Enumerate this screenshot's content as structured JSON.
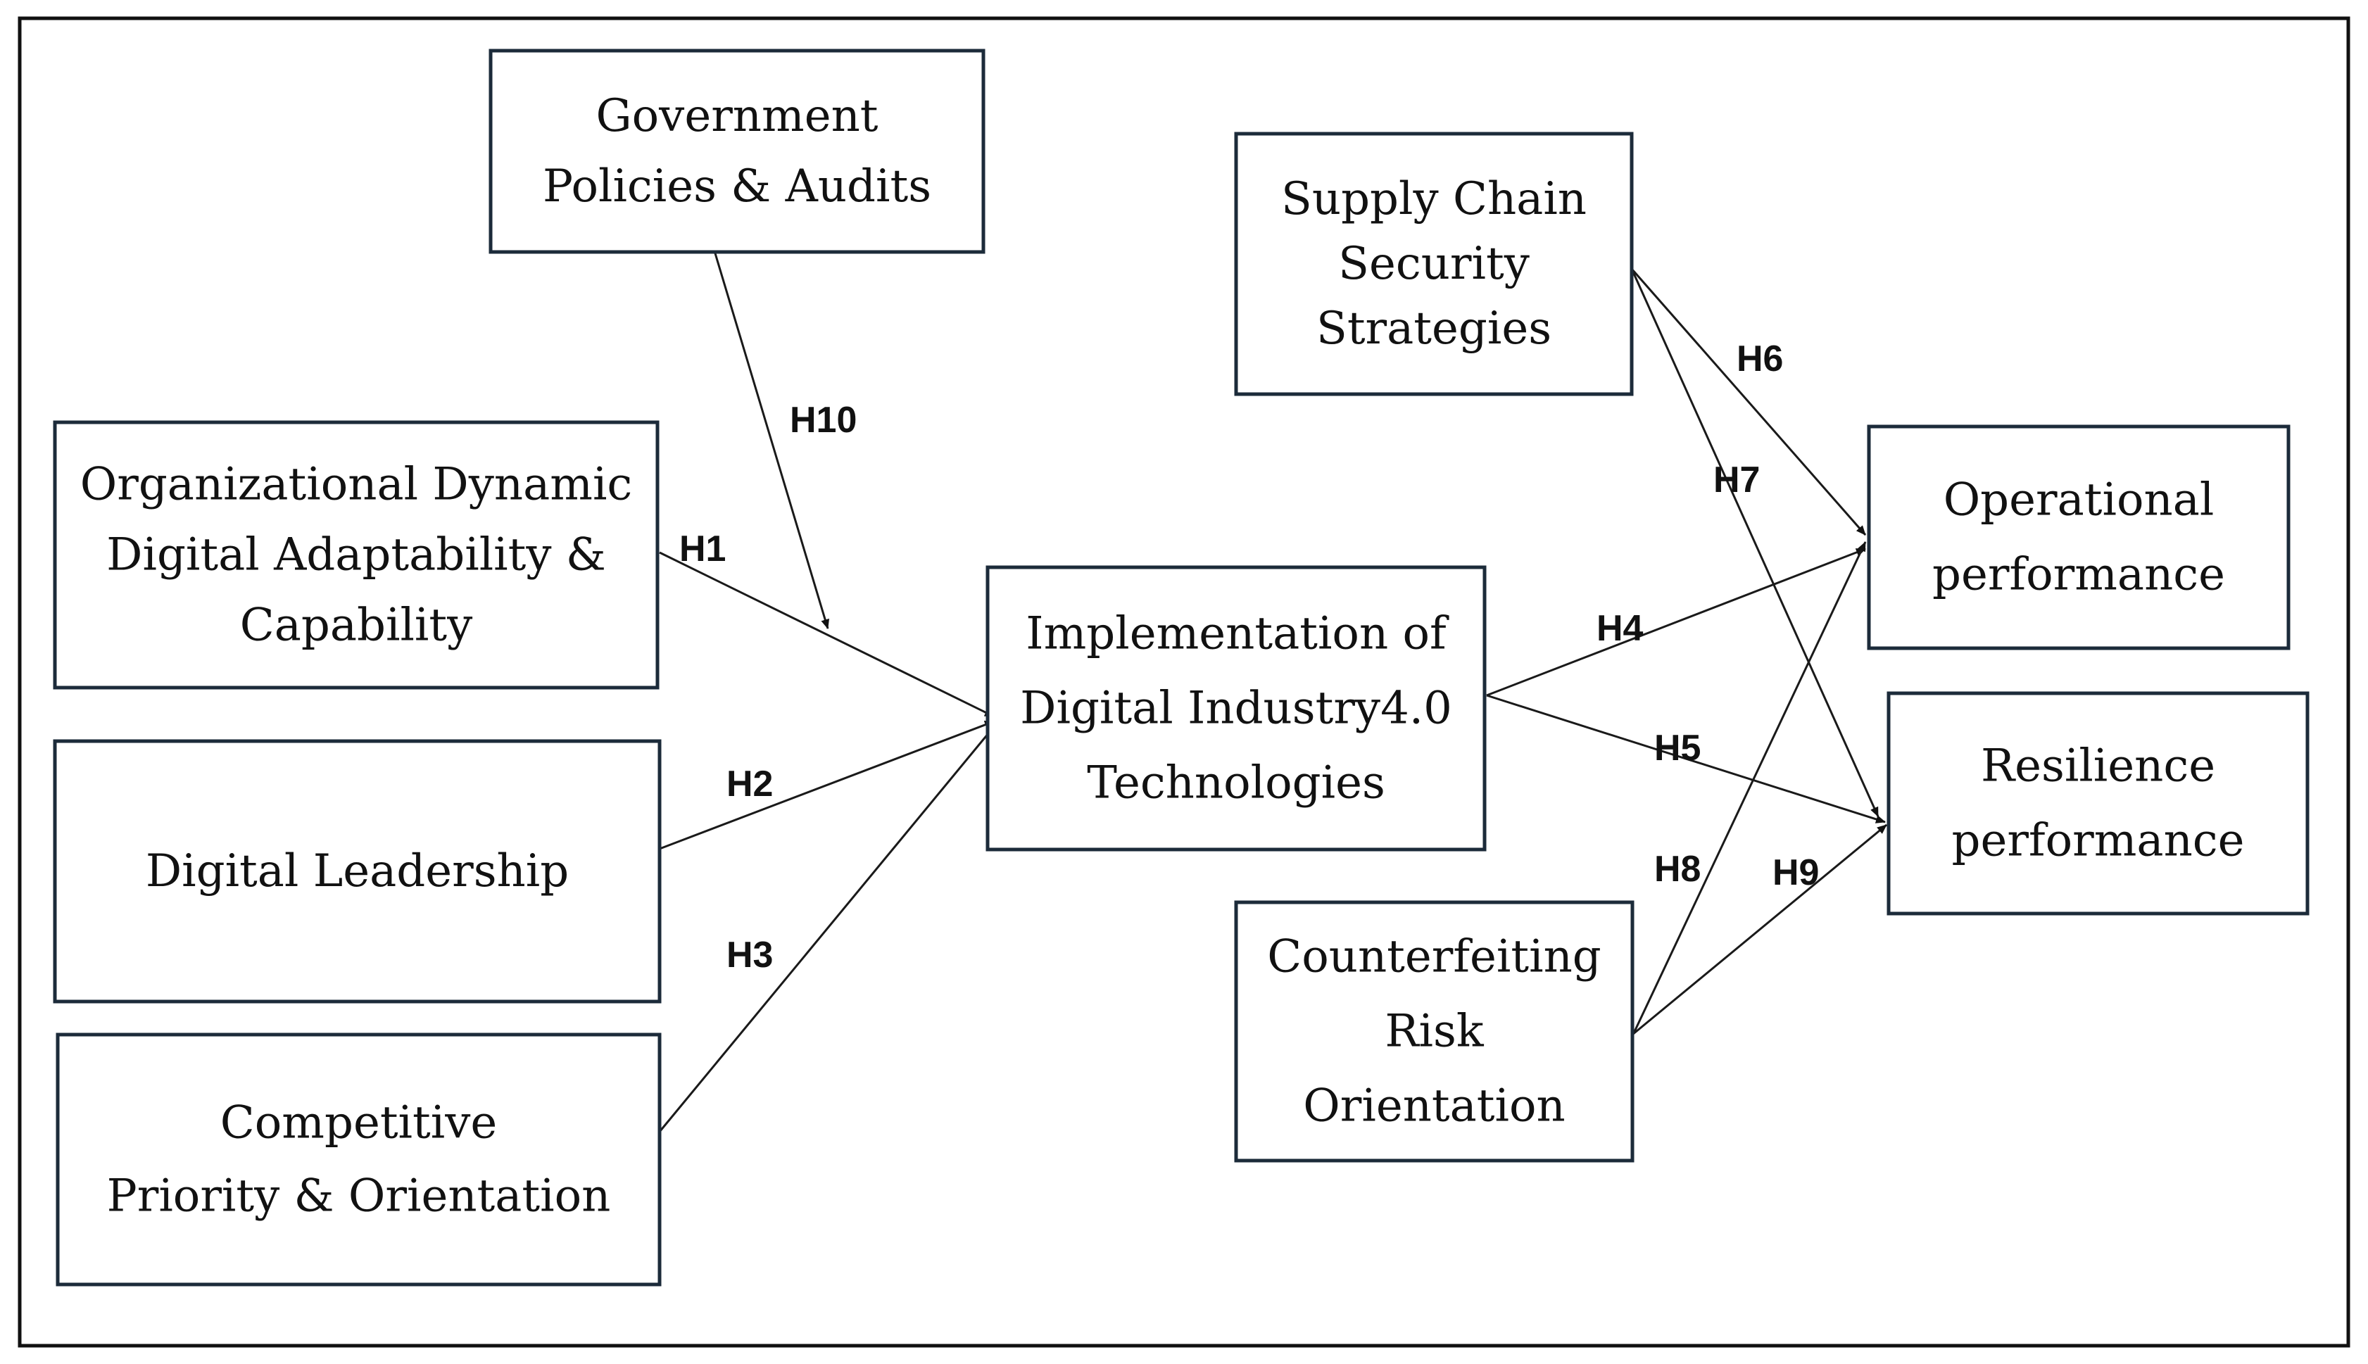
{
  "nodes": [
    {
      "id": "gov",
      "lines": [
        "Government",
        "Policies & Audits"
      ]
    },
    {
      "id": "org",
      "lines": [
        "Organizational Dynamic",
        "Digital Adaptability &",
        "Capability"
      ]
    },
    {
      "id": "lead",
      "lines": [
        "Digital Leadership"
      ]
    },
    {
      "id": "comp",
      "lines": [
        "Competitive",
        "Priority & Orientation"
      ]
    },
    {
      "id": "impl",
      "lines": [
        "Implementation of",
        "Digital Industry4.0",
        "Technologies"
      ]
    },
    {
      "id": "supply",
      "lines": [
        "Supply Chain",
        "Security",
        "Strategies"
      ]
    },
    {
      "id": "counter",
      "lines": [
        "Counterfeiting",
        "Risk",
        "Orientation"
      ]
    },
    {
      "id": "oper",
      "lines": [
        "Operational",
        "performance"
      ]
    },
    {
      "id": "resil",
      "lines": [
        "Resilience",
        "performance"
      ]
    }
  ],
  "edges": [
    {
      "label": "H1",
      "from": "org",
      "to": "impl"
    },
    {
      "label": "H2",
      "from": "lead",
      "to": "impl"
    },
    {
      "label": "H3",
      "from": "comp",
      "to": "impl"
    },
    {
      "label": "H4",
      "from": "impl",
      "to": "oper"
    },
    {
      "label": "H5",
      "from": "impl",
      "to": "resil"
    },
    {
      "label": "H6",
      "from": "supply",
      "to": "oper"
    },
    {
      "label": "H7",
      "from": "supply",
      "to": "resil"
    },
    {
      "label": "H8",
      "from": "counter",
      "to": "oper"
    },
    {
      "label": "H9",
      "from": "counter",
      "to": "resil"
    },
    {
      "label": "H10",
      "from": "gov",
      "to": "H1"
    }
  ]
}
